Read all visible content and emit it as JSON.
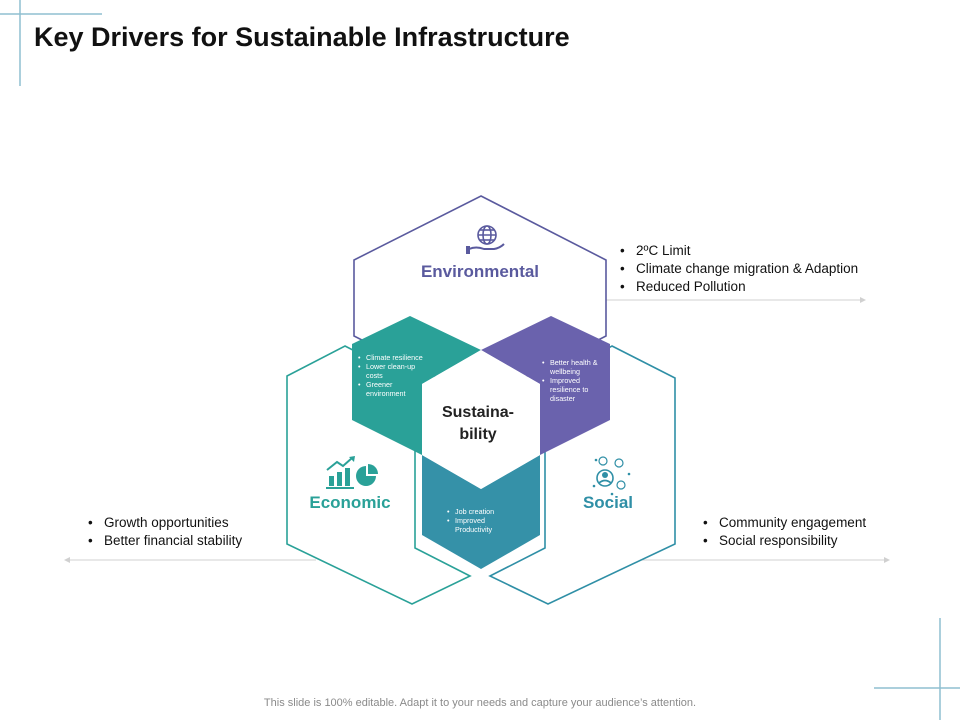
{
  "title": "Key Drivers for Sustainable Infrastructure",
  "footer": "This slide is 100% editable. Adapt it to your needs and capture your audience’s attention.",
  "center": {
    "line1": "Sustaina-",
    "line2": "bility"
  },
  "environmental": {
    "label": "Environmental",
    "bullets": [
      "2ºC Limit",
      "Climate change migration & Adaption",
      "Reduced Pollution"
    ],
    "icon": "globe-hand-icon"
  },
  "economic": {
    "label": "Economic",
    "bullets": [
      "Growth opportunities",
      "Better financial stability"
    ],
    "icon": "chart-growth-icon"
  },
  "social": {
    "label": "Social",
    "bullets": [
      "Community engagement",
      "Social responsibility"
    ],
    "icon": "people-network-icon"
  },
  "overlaps": {
    "env_eco": [
      "Climate resilience",
      "Lower clean-up costs",
      "Greener environment"
    ],
    "env_soc": [
      "Better health & wellbeing",
      "Improved resilience to disaster"
    ],
    "eco_soc": [
      "Job creation",
      "Improved Productivity"
    ]
  },
  "colors": {
    "environmental": "#5a5a9e",
    "economic": "#2aa198",
    "social": "#2f8fa6",
    "overlap_teal": "#2aa198",
    "overlap_purple": "#6a62ad",
    "overlap_blue": "#3591a8"
  }
}
